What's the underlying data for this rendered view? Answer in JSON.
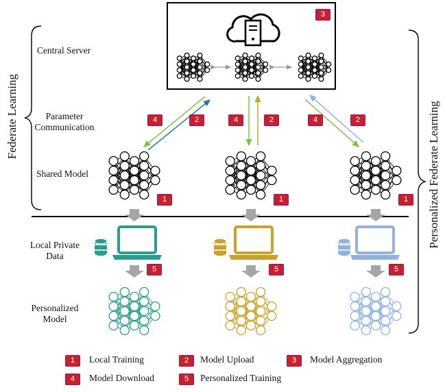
{
  "labels": {
    "central_server": "Central Server",
    "parameter_communication_1": "Parameter",
    "parameter_communication_2": "Communication",
    "shared_model": "Shared Model",
    "local_private_data_1": "Local Private",
    "local_private_data_2": "Data",
    "personalized_model_1": "Personalized",
    "personalized_model_2": "Model"
  },
  "side_labels": {
    "federated_learning": "Federate Learning",
    "personalized_federated_learning": "Personalized Federate Learning"
  },
  "legend": [
    {
      "num": "1",
      "text": "Local Training"
    },
    {
      "num": "2",
      "text": "Model Upload"
    },
    {
      "num": "3",
      "text": "Model Aggregation"
    },
    {
      "num": "4",
      "text": "Model Download"
    },
    {
      "num": "5",
      "text": "Personalized Training"
    }
  ],
  "colors": {
    "client1": "#2a9d8f",
    "client2": "#c9a227",
    "client3": "#8fb2e3",
    "download_arrow": "#7cc242",
    "upload_arrow_1": "#1f7f8f",
    "upload_arrow_2": "#c9a227",
    "upload_arrow_3": "#8fb2e3",
    "badge": "#c8202f",
    "process_arrow": "#a6a6a6"
  },
  "icons": {
    "server": "cloud-server-icon",
    "laptop": "laptop-icon",
    "database": "database-icon",
    "network": "neural-network-icon"
  }
}
